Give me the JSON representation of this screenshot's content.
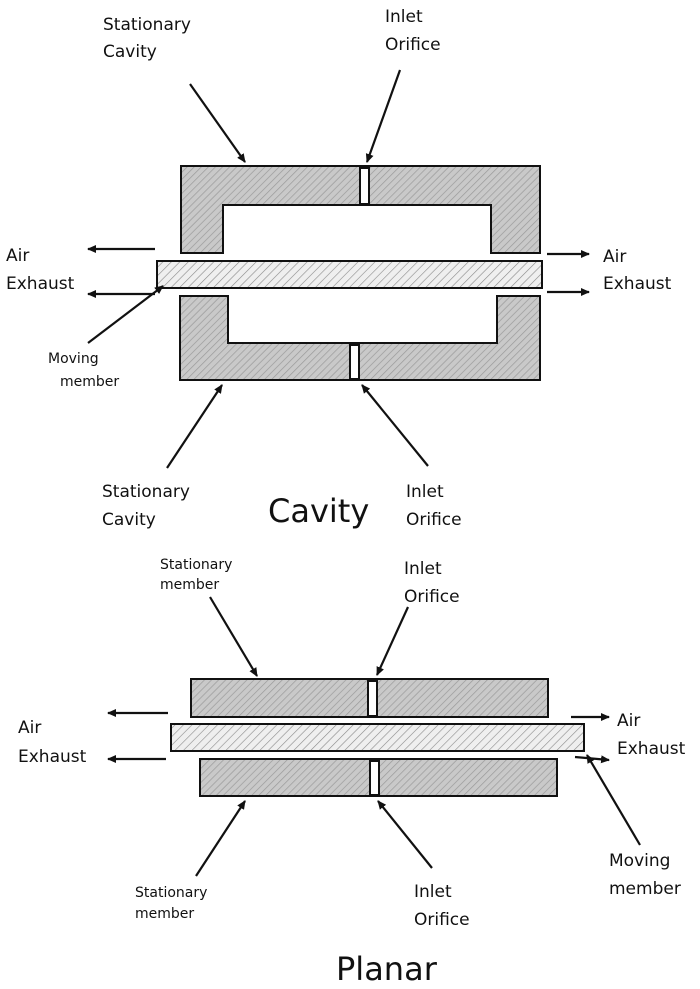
{
  "cavity": {
    "title": "Cavity",
    "top_cavity_label": [
      "Stationary",
      "Cavity"
    ],
    "top_inlet_label": [
      "Inlet",
      "Orifice"
    ],
    "left_exhaust_label": [
      "Air",
      "Exhaust"
    ],
    "right_exhaust_label": [
      "Air",
      "Exhaust"
    ],
    "moving_member_label": [
      "Moving",
      "member"
    ],
    "bottom_cavity_label": [
      "Stationary",
      "Cavity"
    ],
    "bottom_inlet_label": [
      "Inlet",
      "Orifice"
    ]
  },
  "planar": {
    "title": "Planar",
    "top_member_label": [
      "Stationary",
      "member"
    ],
    "top_inlet_label": [
      "Inlet",
      "Orifice"
    ],
    "left_exhaust_label": [
      "Air",
      "Exhaust"
    ],
    "right_exhaust_label": [
      "Air",
      "Exhaust"
    ],
    "moving_member_label": [
      "Moving",
      "member"
    ],
    "bottom_member_label": [
      "Stationary",
      "member"
    ],
    "bottom_inlet_label": [
      "Inlet",
      "Orifice"
    ]
  }
}
